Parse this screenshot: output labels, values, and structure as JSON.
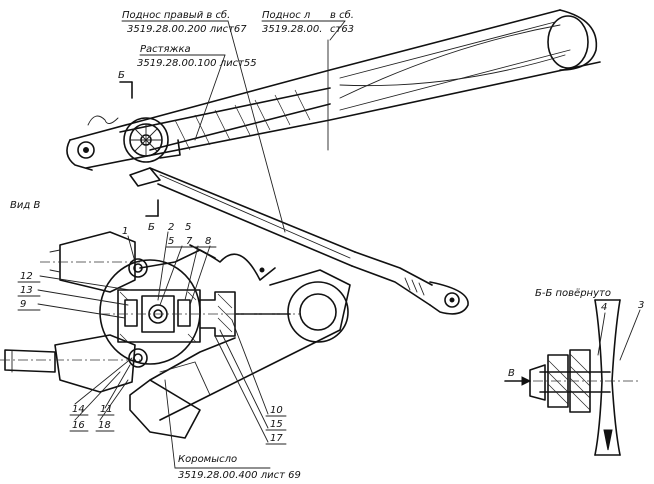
{
  "labels": {
    "podnos_right": "Подноc правый в сб.",
    "podnos_right_code": "3519.28.00.200 лист67",
    "podnos_left_a": "Подноc л",
    "podnos_left_b": "в сб.",
    "podnos_left_code": "3519.28.00.",
    "podnos_left_code_tail": "ст63",
    "rastyazhka": "Растяжка",
    "rastyazhka_code": "3519.28.00.100 лист55",
    "vid_v": "Вид В",
    "section_b_mark": "Б",
    "section_title": "Б-Б повёрнуто",
    "arrow_v": "В",
    "koromyslo": "Коромысло",
    "koromyslo_code": "3519.28.00.400 лист 69"
  },
  "callouts": {
    "n1": "1",
    "n2": "2",
    "n3": "3",
    "n4": "4",
    "n5a": "5",
    "n5b": "5",
    "n7": "7",
    "n8": "8",
    "n9": "9",
    "n10": "10",
    "n11": "11",
    "n12": "12",
    "n13": "13",
    "n14": "14",
    "n15": "15",
    "n16": "16",
    "n17": "17",
    "n18": "18",
    "s3": "3",
    "s4": "4"
  }
}
